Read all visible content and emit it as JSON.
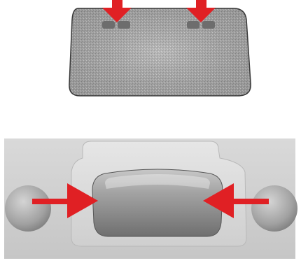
{
  "illustration": {
    "top_panel": {
      "component": "light-lens",
      "indicator_arrows": 2
    },
    "bottom_panel": {
      "component": "light-switch-closeup",
      "indicator_arrows": 2
    },
    "colors": {
      "arrow": "#e02024",
      "lens": "#a9a9a9",
      "background_panel": "#cfcfcf",
      "switch_face": "#9a9a9a"
    }
  }
}
